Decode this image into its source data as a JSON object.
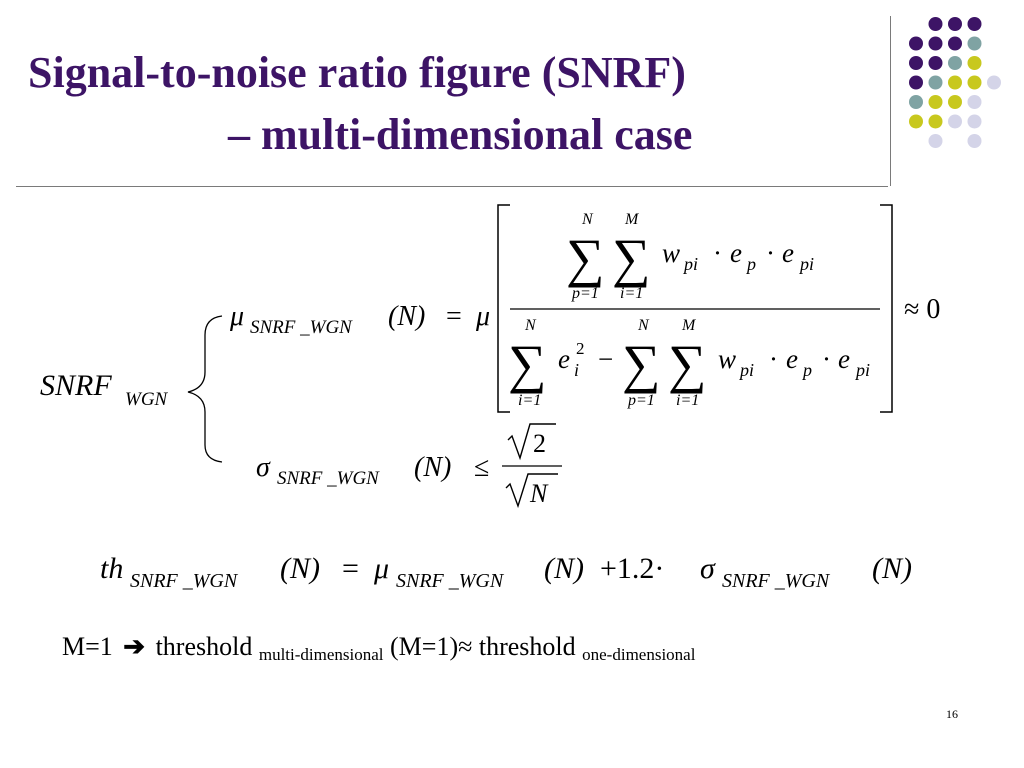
{
  "slide": {
    "title_line1": "Signal-to-noise ratio figure (SNRF)",
    "title_line2": "– multi-dimensional case",
    "page_number": "16",
    "accent_color": "#3d1466",
    "decor_colors": [
      "#3d1466",
      "#7fa3a3",
      "#c8c81e",
      "#d4d4e8"
    ]
  },
  "formulas": {
    "snrf_label": "SNRF",
    "snrf_sub": "WGN",
    "mu_symbol": "μ",
    "sigma_symbol": "σ",
    "sub_snrf_wgn": "SNRF _WGN",
    "arg_n": "(N)",
    "equals": "=",
    "approx_zero": "≈ 0",
    "leq": "≤",
    "sum_sign": "∑",
    "upper_n": "N",
    "upper_m": "M",
    "lower_p1": "p=1",
    "lower_i1": "i=1",
    "w": "w",
    "sub_pi": "pi",
    "dot": "·",
    "e": "e",
    "sub_p": "p",
    "sub_i": "i",
    "sup_2": "2",
    "minus": "−",
    "sqrt2_num": "2",
    "sqrtN_den": "N",
    "th": "th",
    "plus_coef": "+1.2·"
  },
  "note": {
    "left": "M=1",
    "arrow": "➔",
    "t1": "threshold",
    "sub1": "multi-dimensional",
    "mid": "(M=1)≈ threshold",
    "sub2": "one-dimensional"
  }
}
